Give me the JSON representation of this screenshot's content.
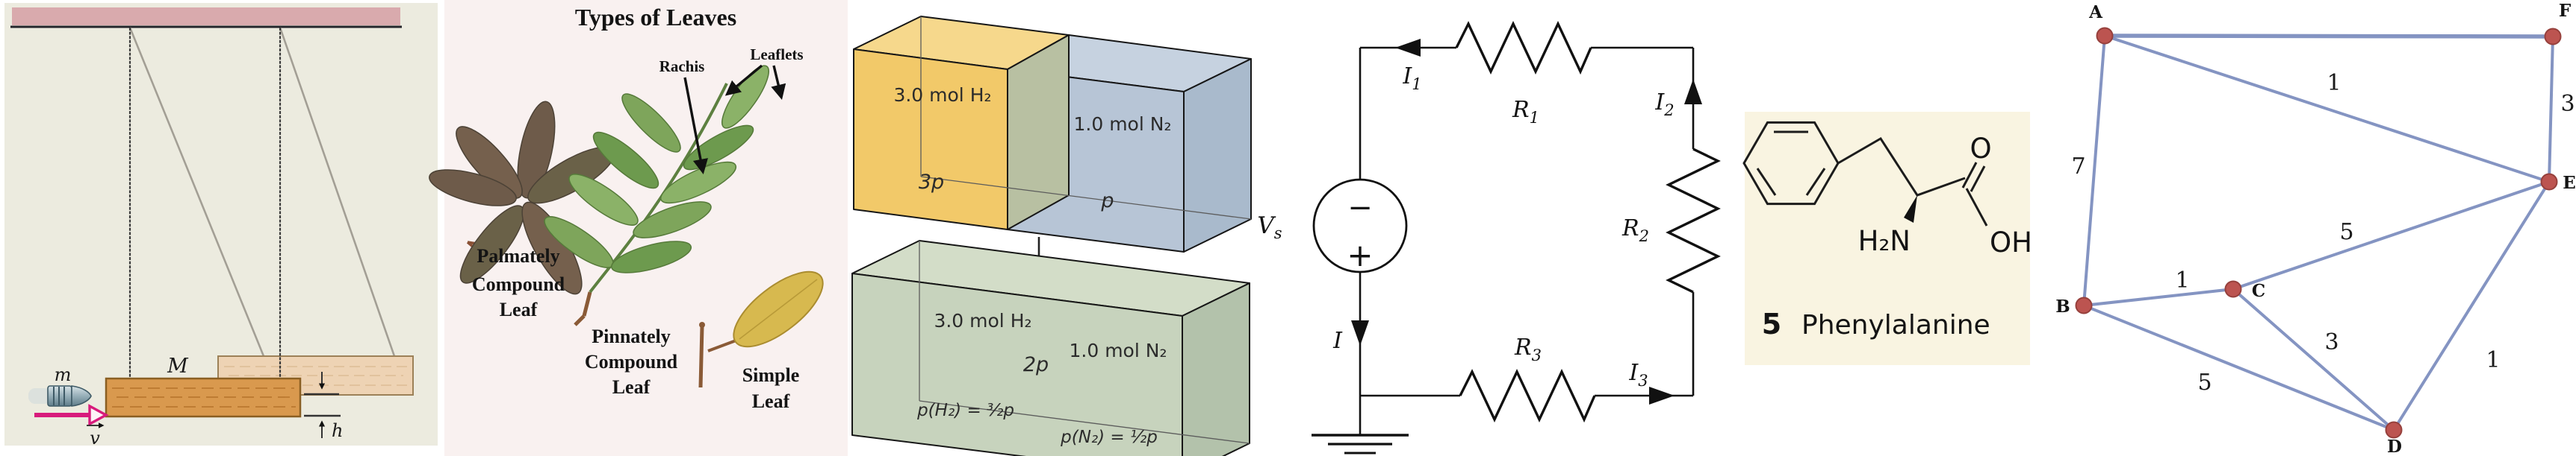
{
  "pendulum": {
    "bullet_mass": "m",
    "block_mass": "M",
    "velocity": "v",
    "height": "h"
  },
  "leaves": {
    "title": "Types of Leaves",
    "rachis": "Rachis",
    "leaflets": "Leaflets",
    "palmate": [
      "Palmately",
      "Compound",
      "Leaf"
    ],
    "pinnate": [
      "Pinnately",
      "Compound",
      "Leaf"
    ],
    "simple": [
      "Simple",
      "Leaf"
    ]
  },
  "gas": {
    "top_left_amount": "3.0 mol H₂",
    "top_left_pressure": "3p",
    "top_right_amount": "1.0 mol N₂",
    "top_right_pressure": "p",
    "mixed_h2": "3.0 mol H₂",
    "mixed_n2": "1.0 mol N₂",
    "mixed_pressure": "2p",
    "partial_h2": "p(H₂) = ³⁄₂p",
    "partial_n2": "p(N₂) = ¹⁄₂p"
  },
  "circuit": {
    "vs": {
      "m": "V",
      "s": "s"
    },
    "i1": {
      "m": "I",
      "s": "1"
    },
    "i2": {
      "m": "I",
      "s": "2"
    },
    "i3": {
      "m": "I",
      "s": "3"
    },
    "i": "I",
    "r1": {
      "m": "R",
      "s": "1"
    },
    "r2": {
      "m": "R",
      "s": "2"
    },
    "r3": {
      "m": "R",
      "s": "3"
    },
    "minus": "−",
    "plus": "+"
  },
  "phenyl": {
    "o": "O",
    "oh": "OH",
    "h2n": "H₂N",
    "number": "5",
    "name": "Phenylalanine"
  },
  "graph": {
    "nodes": {
      "a": "A",
      "b": "B",
      "c": "C",
      "d": "D",
      "e": "E",
      "f": "F"
    },
    "weights": {
      "ab": "7",
      "ae": "1",
      "fe": "3",
      "bc": "1",
      "ce": "5",
      "bd": "5",
      "cd": "3",
      "de": "1"
    },
    "edges": [
      {
        "from": "A",
        "to": "F",
        "weight": null
      },
      {
        "from": "A",
        "to": "B",
        "weight": 7
      },
      {
        "from": "A",
        "to": "E",
        "weight": 1
      },
      {
        "from": "F",
        "to": "E",
        "weight": 3
      },
      {
        "from": "B",
        "to": "C",
        "weight": 1
      },
      {
        "from": "C",
        "to": "E",
        "weight": 5
      },
      {
        "from": "B",
        "to": "D",
        "weight": 5
      },
      {
        "from": "C",
        "to": "D",
        "weight": 3
      },
      {
        "from": "D",
        "to": "E",
        "weight": 1
      }
    ]
  },
  "colors": {
    "ceiling": "#d9aaad",
    "panel1_bg": "#ecebdf",
    "block_m": "#d9994e",
    "raised_block": "#eed3b4",
    "bullet_arrow": "#d81b7c",
    "gas_yellow": "#f2c969",
    "gas_blue": "#b7c5d6",
    "gas_green": "#c7d3bd",
    "cream_bg": "#f9f4e1",
    "graph_edge": "#8494c2",
    "graph_node": "#bc5450"
  }
}
